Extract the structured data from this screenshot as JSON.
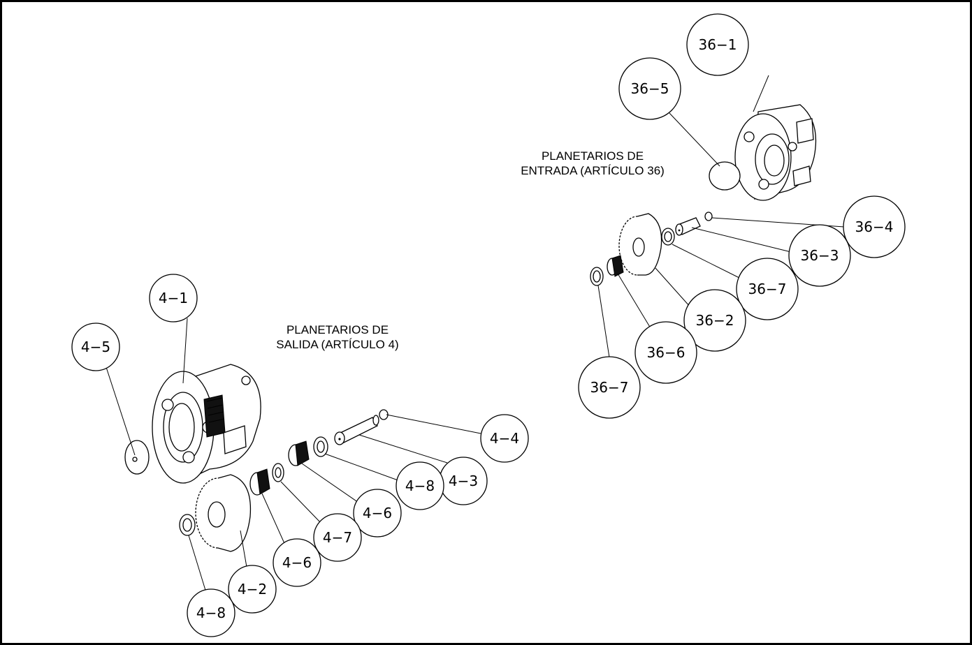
{
  "groups": {
    "output": {
      "title_line1": "PLANETARIOS DE",
      "title_line2": "SALIDA (ARTÍCULO 4)"
    },
    "input": {
      "title_line1": "PLANETARIOS DE",
      "title_line2": "ENTRADA (ARTÍCULO 36)"
    }
  },
  "callouts": {
    "c4_1": "4−1",
    "c4_5": "4−5",
    "c4_4": "4−4",
    "c4_3": "4−3",
    "c4_8a": "4−8",
    "c4_6a": "4−6",
    "c4_7": "4−7",
    "c4_6b": "4−6",
    "c4_2": "4−2",
    "c4_8b": "4−8",
    "c36_1": "36−1",
    "c36_5": "36−5",
    "c36_4": "36−4",
    "c36_3": "36−3",
    "c36_7a": "36−7",
    "c36_2": "36−2",
    "c36_6": "36−6",
    "c36_7b": "36−7"
  }
}
